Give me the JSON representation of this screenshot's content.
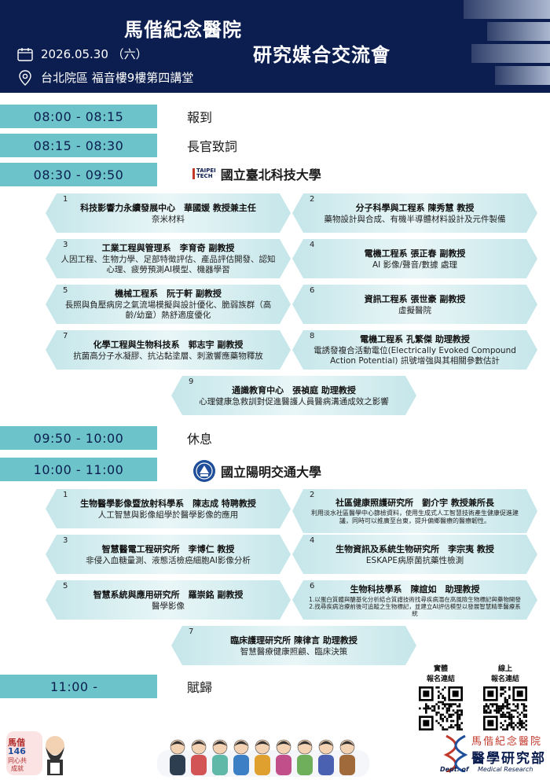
{
  "header": {
    "title_line1": "馬偕紀念醫院",
    "title_line2": "研究媒合交流會",
    "date": "2026.05.30 （六）",
    "location": "台北院區 福音樓9樓第四講堂"
  },
  "schedule": [
    {
      "time": "08:00 - 08:15",
      "label": "報到"
    },
    {
      "time": "08:15 - 08:30",
      "label": "長官致詞"
    },
    {
      "time": "08:30 - 09:50",
      "label": "國立臺北科技大學",
      "logo_text": "TAIPEI\nTECH"
    },
    {
      "time": "09:50 - 10:00",
      "label": "休息"
    },
    {
      "time": "10:00 - 11:00",
      "label": "國立陽明交通大學"
    },
    {
      "time": "11:00 -",
      "label": "賦歸"
    }
  ],
  "ntut_talks": [
    {
      "num": "1",
      "name": "科技影響力永續發展中心　華國媛 教授兼主任",
      "topic": "奈米材料"
    },
    {
      "num": "2",
      "name": "分子科學與工程系 陳秀慧 教授",
      "topic": "藥物設計與合成、有機半導體材料設計及元件製備"
    },
    {
      "num": "3",
      "name": "工業工程與管理系　李育奇 副教授",
      "topic": "人因工程、生物力學、足部特徵評估、產品評估開發、認知心理、疲勞預測AI模型、機器學習"
    },
    {
      "num": "4",
      "name": "電機工程系 張正春 副教授",
      "topic": "AI 影像/聲音/數據 處理"
    },
    {
      "num": "5",
      "name": "機械工程系　阮于軒 副教授",
      "topic": "長照與負壓病房之氣流場模擬與設計優化、脆弱族群（高齡/幼童）熱舒適度優化"
    },
    {
      "num": "6",
      "name": "資訊工程系 張世豪 副教授",
      "topic": "虛擬醫院"
    },
    {
      "num": "7",
      "name": "化學工程與生物科技系　郭志宇 副教授",
      "topic": "抗菌高分子水凝膠、抗沾黏塗層、刺激響應藥物釋放"
    },
    {
      "num": "8",
      "name": "電機工程系 孔繁傑 助理教授",
      "topic": "電誘發複合活動電位(Electrically Evoked Compound Action Potential) 訊號增強與其相關參數估計"
    },
    {
      "num": "9",
      "name": "通識教育中心　張禎庭 助理教授",
      "topic": "心理健康急救訓對促進醫護人員醫病溝通成效之影響"
    }
  ],
  "nycu_talks": [
    {
      "num": "1",
      "name": "生物醫學影像暨放射科學系　陳志成 特聘教授",
      "topic": "人工智慧與影像組學於醫學影像的應用"
    },
    {
      "num": "2",
      "name": "社區健康照護研究所　劉介宇 教授兼所長",
      "topic": "利用淡水社區醫學中心篩檢資料，使用生成式人工智慧技術產生健康促進建議，同時可以推廣至台東，提升偏鄉醫療的醫療韌性。"
    },
    {
      "num": "3",
      "name": "智慧醫電工程研究所　李博仁 教授",
      "topic": "非侵入血糖量測、液態活檢癌細胞AI影像分析"
    },
    {
      "num": "4",
      "name": "生物資訊及系統生物研究所　李宗夷 教授",
      "topic": "ESKAPE病原菌抗藥性檢測"
    },
    {
      "num": "5",
      "name": "智慧系統與應用研究所　羅崇銘 副教授",
      "topic": "醫學影像"
    },
    {
      "num": "6",
      "name": "生物科技學系　陳誼如　助理教授",
      "topic": "1.以蛋白質體與醣基化分析結合質譜技術找尋疾病潛在高風險生物標記與藥物開發\n2.找尋疾病治療前後可追蹤之生物標記，並建立AI評估模型以發展智慧精準醫療系統"
    },
    {
      "num": "7",
      "name": "臨床護理研究所 陳律言 助理教授",
      "topic": "智慧醫療健康照顧、臨床決策"
    }
  ],
  "registration": {
    "onsite_line1": "實體",
    "onsite_line2": "報名連結",
    "online_line1": "線上",
    "online_line2": "報名連結"
  },
  "footer": {
    "mascot_text": "馬偕",
    "mascot_num": "146",
    "mascot_line1": "同心共",
    "mascot_line2": "成就",
    "dept_cn1": "馬偕紀念醫院",
    "dept_cn2": "醫學研究部",
    "dept_en1": "Dept. of",
    "dept_en2": "Medical Research"
  },
  "colors": {
    "navy": "#0b1e4f",
    "teal": "#6cc3c9",
    "card": "#c5e6ea",
    "brand_red": "#c0392b"
  }
}
